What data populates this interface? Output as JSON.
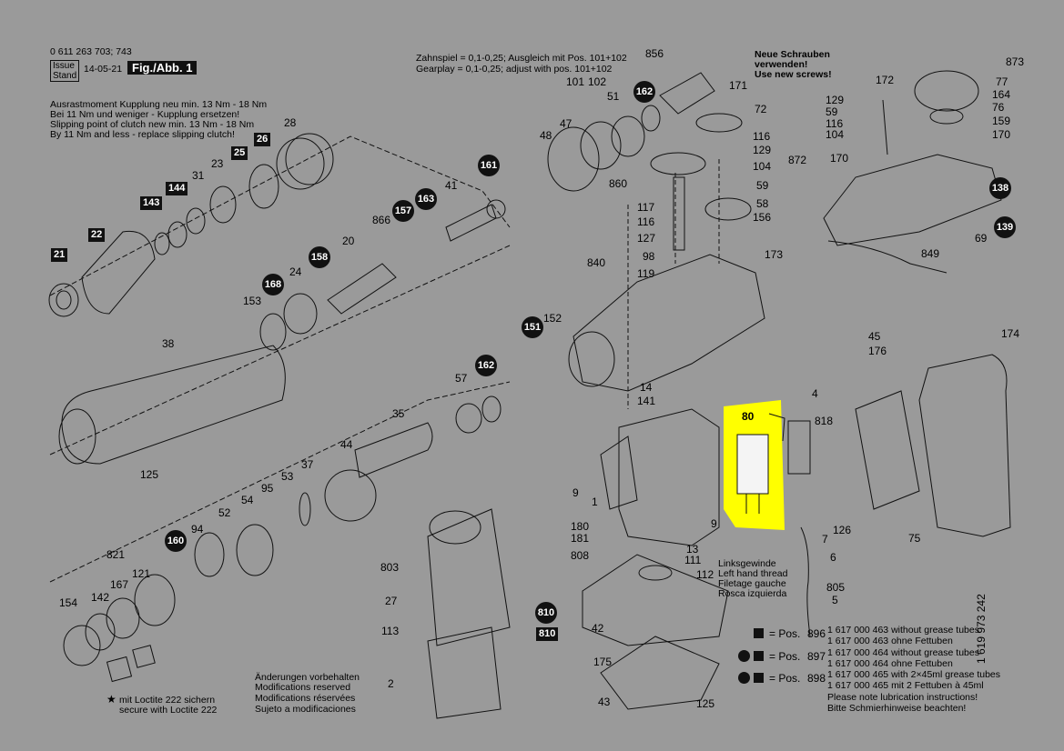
{
  "header": {
    "part_no": "0 611 263 703; 743",
    "issue_label": "Issue\nStand",
    "issue_date": "14-05-21",
    "fig_label": "Fig./Abb. 1",
    "clutch_note": [
      "Ausrastmoment Kupplung neu min. 13 Nm - 18 Nm",
      "Bei 11 Nm und weniger - Kupplung ersetzen!",
      "Slipping point of clutch new min. 13 Nm - 18 Nm",
      "By 11 Nm and less - replace slipping clutch!"
    ],
    "gearplay_note": [
      "Zahnspiel = 0,1-0,25; Ausgleich mit Pos. 101+102",
      "Gearplay  = 0,1-0,25; adjust with pos. 101+102"
    ],
    "screws_note": [
      "Neue Schrauben",
      "verwenden!",
      "Use new screws!"
    ]
  },
  "callouts": {
    "n856": "856",
    "n162a": "162",
    "n171": "171",
    "n101": "101",
    "n102": "102",
    "n51": "51",
    "n47": "47",
    "n48": "48",
    "n860": "860",
    "n129a": "129",
    "n59a": "59",
    "n116a": "116",
    "n104a": "104",
    "n72": "72",
    "n116b": "116",
    "n129b": "129",
    "n104b": "104",
    "n872": "872",
    "n59b": "59",
    "n58": "58",
    "n156": "156",
    "n117": "117",
    "n116c": "116",
    "n127": "127",
    "n98": "98",
    "n840": "840",
    "n119": "119",
    "n173": "173",
    "n172": "172",
    "n873": "873",
    "n77": "77",
    "n164": "164",
    "n76": "76",
    "n159": "159",
    "n170a": "170",
    "n170b": "170",
    "n138": "138",
    "n139": "139",
    "n69": "69",
    "n849": "849",
    "n45": "45",
    "n176": "176",
    "n174": "174",
    "n28": "28",
    "n26": "26",
    "n25": "25",
    "n23": "23",
    "n31": "31",
    "n144": "144",
    "n143": "143",
    "n22": "22",
    "n21": "21",
    "n161": "161",
    "n163": "163",
    "n157": "157",
    "n41": "41",
    "n866": "866",
    "n20": "20",
    "n158": "158",
    "n168": "168",
    "n24": "24",
    "n153": "153",
    "n38": "38",
    "n151": "151",
    "n152": "152",
    "n162b": "162",
    "n57": "57",
    "n35": "35",
    "n44": "44",
    "n125a": "125",
    "n37": "37",
    "n53": "53",
    "n95": "95",
    "n54": "54",
    "n52": "52",
    "n94": "94",
    "n160": "160",
    "n821": "821",
    "n167": "167",
    "n121": "121",
    "n142": "142",
    "n154": "154",
    "n14": "14",
    "n141": "141",
    "n80": "80",
    "n4": "4",
    "n818": "818",
    "n9a": "9",
    "n1": "1",
    "n180": "180",
    "n181": "181",
    "n9b": "9",
    "n808": "808",
    "n7": "7",
    "n126": "126",
    "n75": "75",
    "n6": "6",
    "n805": "805",
    "n5": "5",
    "n13": "13",
    "n111": "111",
    "n112": "112",
    "n803": "803",
    "n27": "27",
    "n113": "113",
    "n2": "2",
    "n810a": "810",
    "n810b": "810",
    "n42": "42",
    "n175": "175",
    "n43": "43",
    "n125b": "125"
  },
  "thread_note": [
    "Linksgewinde",
    "Left hand thread",
    "Filetage gauche",
    "Rosca izquierda"
  ],
  "loctite_note": [
    "mit Loctite 222 sichern",
    "secure with Loctite 222"
  ],
  "changes_note": [
    "Änderungen vorbehalten",
    "Modifications reserved",
    "Modifications réservées",
    "Sujeto a modificaciones"
  ],
  "legend": {
    "rows": [
      {
        "label": "= Pos.",
        "pos": "896",
        "lines": [
          "1 617 000 463 without grease tubes",
          "1 617 000 463 ohne Fettuben"
        ]
      },
      {
        "label": "= Pos.",
        "pos": "897",
        "lines": [
          "1 617 000 464 without grease tubes",
          "1 617 000 464 ohne Fettuben"
        ]
      },
      {
        "label": "= Pos.",
        "pos": "898",
        "lines": [
          "1 617 000 465 with 2×45ml grease tubes",
          "1 617 000 465 mit 2 Fettuben à 45ml"
        ]
      }
    ],
    "footer": [
      "Please note lubrication instructions!",
      "Bitte Schmierhinweise beachten!"
    ]
  },
  "drawing_no": "1 619 973 242",
  "colors": {
    "background": "#9a9a9a",
    "highlight": "#ffff00",
    "ink": "#111111"
  }
}
